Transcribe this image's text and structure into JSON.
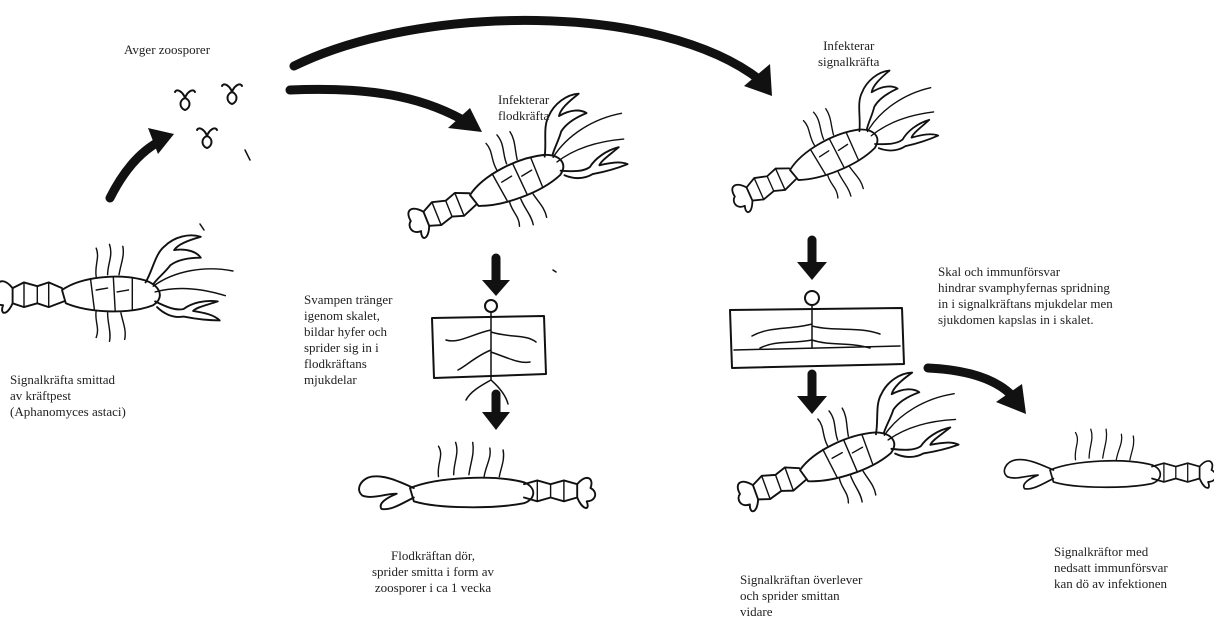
{
  "labels": {
    "zoospores": "Avger zoosporer",
    "infects_noble": [
      "Infekterar",
      "flodkräfta"
    ],
    "infects_signal": [
      "Infekterar",
      "signalkräfta"
    ],
    "signal_infected": [
      "Signalkräfta smittad",
      "av kräftpest",
      "(Aphanomyces astaci)"
    ],
    "fungus_penetrates": [
      "Svampen tränger",
      "igenom skalet,",
      "bildar hyfer och",
      "sprider sig in i",
      "flodkräftans",
      "mjukdelar"
    ],
    "noble_dies": [
      "Flodkräftan dör,",
      "sprider smitta i form av",
      "zoosporer i ca 1 vecka"
    ],
    "shell_immune": [
      "Skal och immunförsvar",
      "hindrar svamphyfernas spridning",
      "in i signalkräftans mjukdelar men",
      "sjukdomen kapslas in i skalet."
    ],
    "signal_survives": [
      "Signalkräftan överlever",
      "och sprider smittan",
      "vidare"
    ],
    "reduced_immune": [
      "Signalkräftor med",
      "nedsatt immunförsvar",
      "kan dö av infektionen"
    ]
  }
}
